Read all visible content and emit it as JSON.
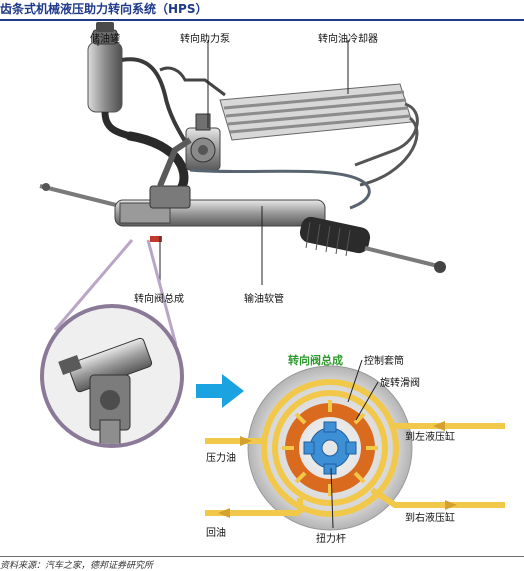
{
  "page": {
    "title": "齿条式机械液压助力转向系统（HPS）",
    "source": "资料来源：汽车之家，德邦证券研究所"
  },
  "labels": {
    "reservoir": "储油罐",
    "pump": "转向助力泵",
    "cooler": "转向油冷却器",
    "valve_assembly": "转向阀总成",
    "hose": "输油软管"
  },
  "valve_detail": {
    "title": "转向阀总成",
    "control_sleeve": "控制套筒",
    "rotary_valve": "旋转滑阀",
    "to_left_cylinder": "到左液压缸",
    "pressure_oil": "压力油",
    "to_right_cylinder": "到右液压缸",
    "return_oil": "回油",
    "torsion_bar": "扭力杆"
  },
  "colors": {
    "title_blue": "#1f3a8a",
    "arrow_blue": "#1aa3e0",
    "oil_yellow": "#f2c84b",
    "valve_orange": "#d96a1e",
    "core_blue": "#3d8fd6",
    "label_green": "#2e9a2e"
  }
}
